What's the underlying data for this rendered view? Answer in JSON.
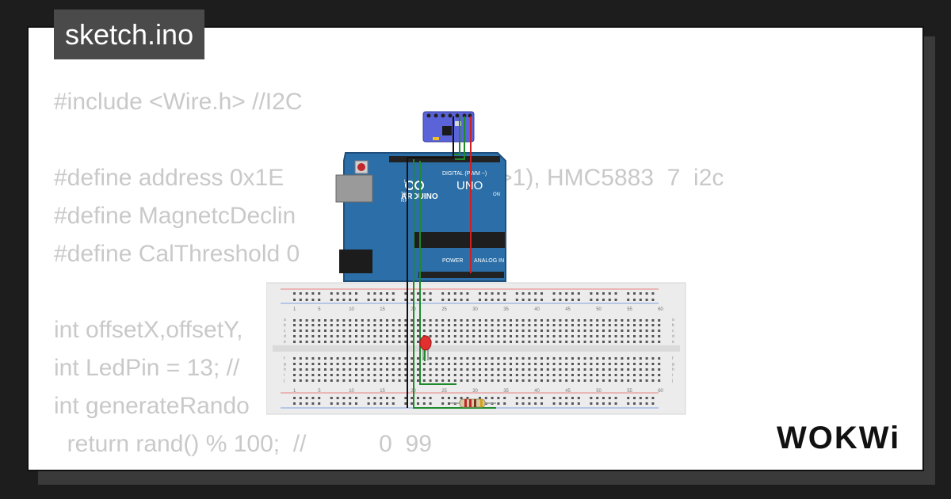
{
  "title": "sketch.ino",
  "code_lines": [
    "#include <Wire.h> //I2C",
    "",
    "#define address 0x1E                        x3C>>1), HMC5883  7  i2c",
    "#define MagnetcDeclin",
    "#define CalThreshold 0",
    "",
    "int offsetX,offsetY,",
    "int LedPin = 13; //",
    "int generateRando",
    "  return rand() % 100;  //           0  99",
    "}"
  ],
  "board": {
    "label_brand": "ARDUINO",
    "label_model": "UNO",
    "label_digital": "DIGITAL (PWM ~)",
    "label_analog": "ANALOG IN",
    "label_power": "POWER",
    "label_on": "ON",
    "label_tx": "TX",
    "label_rx": "RX",
    "label_l": "L"
  },
  "breadboard": {
    "col_numbers": [
      "1",
      "5",
      "10",
      "15",
      "20",
      "25",
      "30",
      "35",
      "40",
      "45",
      "50",
      "55",
      "60"
    ],
    "row_letters_top": [
      "a",
      "b",
      "c",
      "d",
      "e"
    ],
    "row_letters_bottom": [
      "f",
      "g",
      "h",
      "i",
      "j"
    ]
  },
  "logo_text": "WOKWi",
  "colors": {
    "board": "#2c6fa8",
    "sensor": "#5a63d8",
    "wire_green": "#1f8a2c",
    "wire_red": "#d21f1f",
    "wire_black": "#111111",
    "led": "#e03030"
  }
}
